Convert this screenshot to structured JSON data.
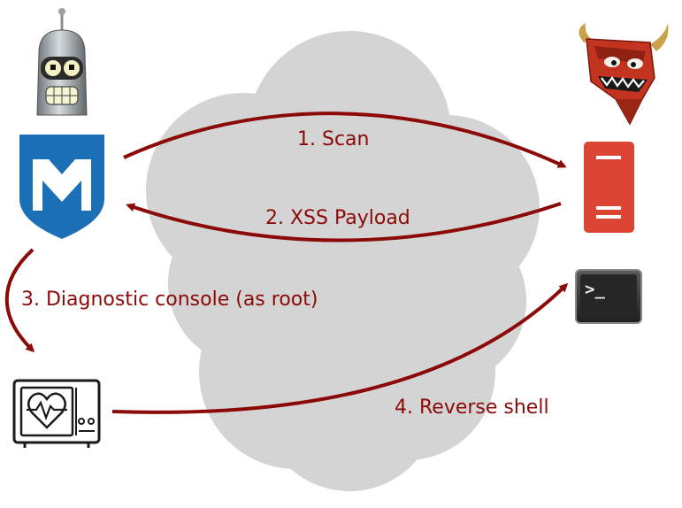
{
  "steps": [
    {
      "label": "1. Scan"
    },
    {
      "label": "2. XSS Payload"
    },
    {
      "label": "3. Diagnostic console (as root)"
    },
    {
      "label": "4. Reverse shell"
    }
  ],
  "icons": {
    "robot": "bender-robot-icon",
    "metasploit": "metasploit-shield-icon",
    "devil": "devil-mascot-icon",
    "server": "server-icon",
    "terminal": "terminal-icon",
    "monitor": "medical-monitor-icon",
    "cloud": "internet-cloud"
  },
  "terminal": {
    "prompt": ">_"
  },
  "colors": {
    "arrow": "#8b0a08",
    "cloud": "#d4d4d4",
    "metasploit_blue": "#1b6fb6",
    "server_red": "#dc4432",
    "terminal_bg": "#2b2b2b"
  }
}
